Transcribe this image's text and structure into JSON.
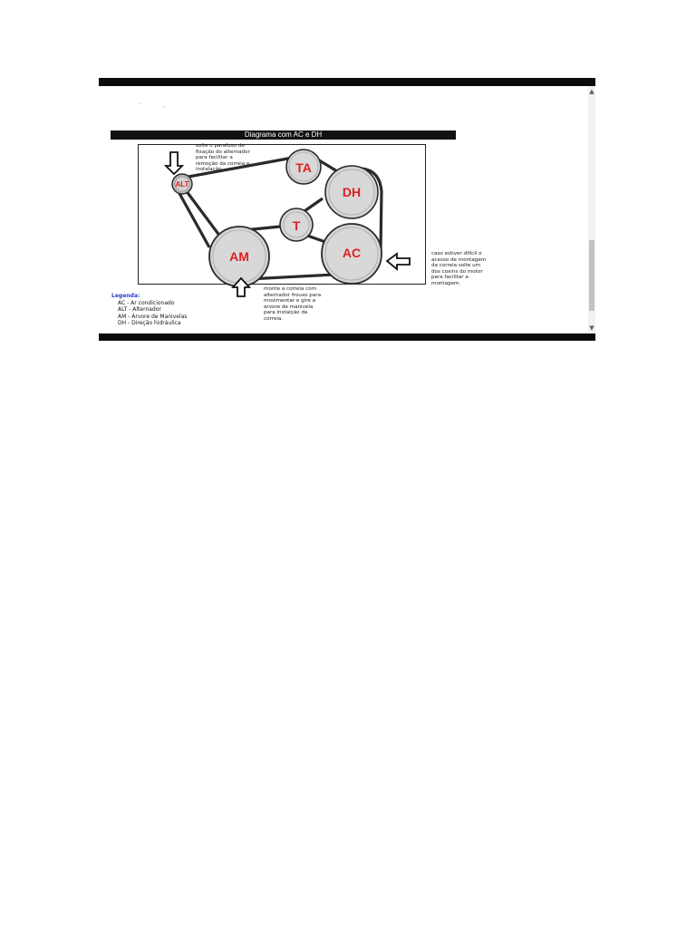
{
  "diagram": {
    "title": "Diagrama com AC e DH",
    "pulleys": [
      {
        "id": "alt",
        "label": "ALT"
      },
      {
        "id": "ta",
        "label": "TA"
      },
      {
        "id": "dh",
        "label": "DH"
      },
      {
        "id": "t",
        "label": "T"
      },
      {
        "id": "am",
        "label": "AM"
      },
      {
        "id": "ac",
        "label": "AC"
      }
    ],
    "notes": {
      "alt_note": "solte o parafuso de\nfixação do alternador\npara facilitar a\nremoção da correia e\ninstalação",
      "ac_note": "caso estiver difícil o\nacesso de montagem\nda correia solte um\ndos coxins do motor\npara facilitar a\nmontagem.",
      "am_note": "monte a correia com\nalternador frouxo para\nmovimentar e gire a\narvore de manivela\npara instalção da\ncorreia."
    },
    "legend": {
      "title": "Legenda:",
      "items": [
        "AC - Ar condicionado",
        "ALT - Alternador",
        "AM - Árvore de Manivelas",
        "DH - Direção hidráulica"
      ]
    },
    "colors": {
      "pulley_fill": "#d3d3d3",
      "pulley_label": "#e02020",
      "belt": "#2a2a2a",
      "legend_title": "#2a3fbf"
    }
  }
}
